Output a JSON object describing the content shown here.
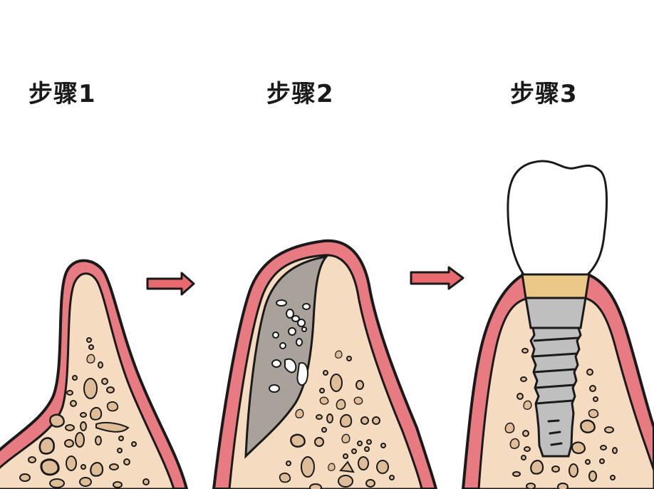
{
  "diagram": {
    "type": "process-steps",
    "subject": "dental bone graft and implant",
    "steps": [
      {
        "label": "步骤1",
        "description": "thin/narrow alveolar bone ridge with gum"
      },
      {
        "label": "步骤2",
        "description": "bone graft material added to side of ridge"
      },
      {
        "label": "步骤3",
        "description": "implant with abutment and crown placed in bone"
      }
    ],
    "arrows": [
      {
        "from": 1,
        "to": 2,
        "icon": "arrow-right-icon"
      },
      {
        "from": 2,
        "to": 3,
        "icon": "arrow-right-icon"
      }
    ]
  },
  "colors": {
    "background": "#ffffff",
    "gum": "#e87b82",
    "bone": "#f5dcc0",
    "bone_particles": "#dfbd98",
    "graft": "#a8a29a",
    "graft_particles": "#ffffff",
    "abutment": "#eac887",
    "implant": "#bfbfbf",
    "crown": "#ffffff",
    "outline": "#1a1a1a",
    "arrow": "#e96a6e"
  }
}
